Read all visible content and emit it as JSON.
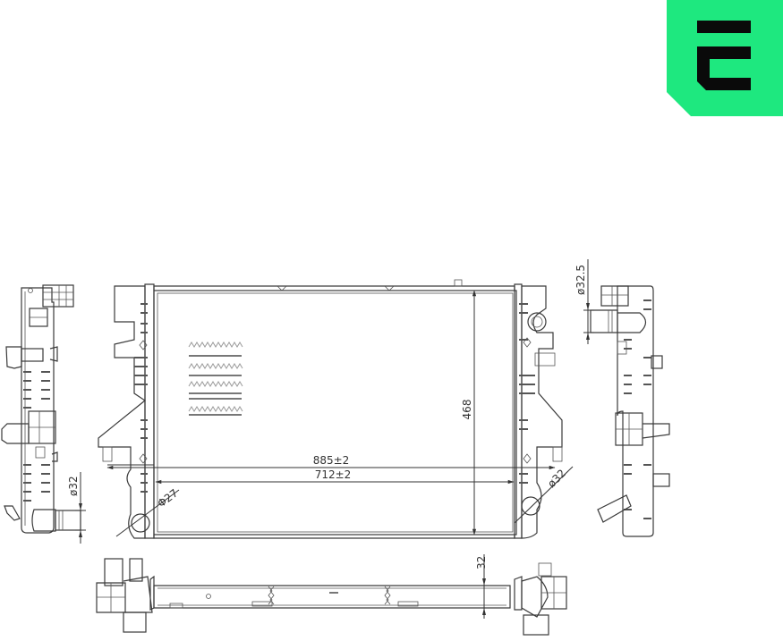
{
  "logo": {
    "name": "brand-logo",
    "glyph": "E",
    "background_color": "#1EE87F",
    "glyph_color": "#0A0A0A"
  },
  "drawing": {
    "subject": "Radiator technical drawing",
    "views": [
      "left-side-view",
      "front-view",
      "right-side-view",
      "bottom-view"
    ],
    "line_color": "#3A3A3A",
    "dimensions": {
      "overall_width": "885±2",
      "core_width": "712±2",
      "core_height": "468",
      "left_outlet_diameter": "ø32",
      "right_inlet_diameter": "ø32.5",
      "left_lower_port_diameter": "Φ27",
      "right_lower_port_diameter": "ø32",
      "core_thickness": "32"
    }
  }
}
